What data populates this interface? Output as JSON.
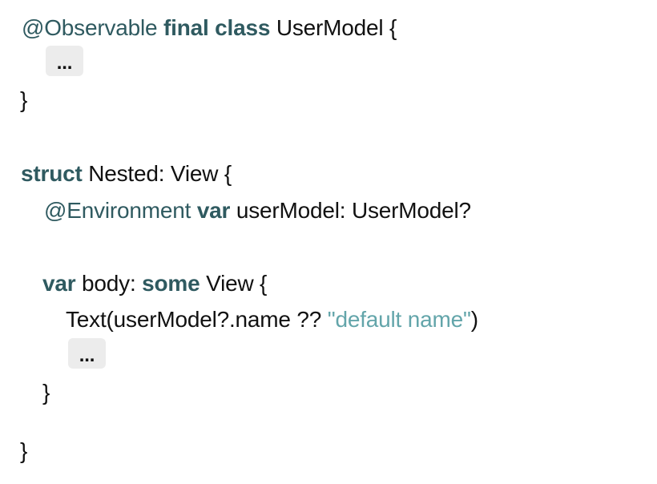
{
  "code": {
    "line1": {
      "attr": "@Observable",
      "kw1": "final",
      "kw2": "class",
      "name": "UserModel {"
    },
    "fold1": "...",
    "line3": "}",
    "line5": {
      "kw": "struct",
      "rest": "Nested: View {"
    },
    "line6": {
      "attr": "@Environment",
      "kw": "var",
      "rest": "userModel: UserModel?"
    },
    "line8": {
      "kw1": "var",
      "mid": "body:",
      "kw2": "some",
      "rest": "View {"
    },
    "line9": {
      "pre": "Text(userModel?.name ??",
      "str": "\"default name\"",
      "post": ")"
    },
    "fold2": "...",
    "line11": "}",
    "line13": "}"
  }
}
